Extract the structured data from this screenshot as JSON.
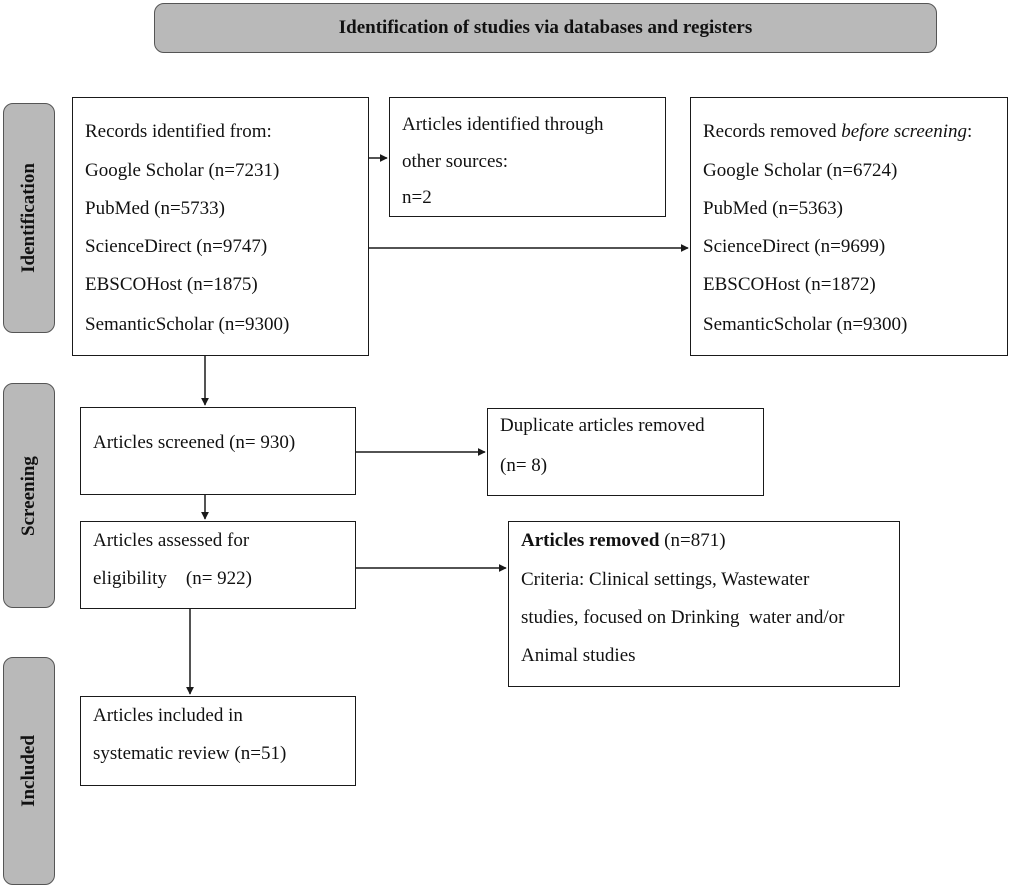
{
  "header": {
    "title": "Identification of studies via databases and registers"
  },
  "phases": {
    "identification": "Identification",
    "screening": "Screening",
    "included": "Included"
  },
  "records_identified": {
    "heading": "Records identified from:",
    "sources": [
      "Google Scholar (n=7231)",
      "PubMed (n=5733)",
      "ScienceDirect (n=9747)",
      "EBSCOHost (n=1875)",
      "SemanticScholar (n=9300)"
    ]
  },
  "other_sources": {
    "line1": "Articles identified through",
    "line2": "other sources:",
    "line3": "n=2"
  },
  "records_removed": {
    "heading_prefix": "Records removed ",
    "heading_italic": "before screening",
    "heading_suffix": ":",
    "sources": [
      "Google Scholar (n=6724)",
      "PubMed (n=5363)",
      "ScienceDirect (n=9699)",
      "EBSCOHost (n=1872)",
      "SemanticScholar (n=9300)"
    ]
  },
  "screened": {
    "text": "Articles screened (n= 930)"
  },
  "duplicates": {
    "line1": "Duplicate articles removed",
    "line2": "(n= 8)"
  },
  "eligibility": {
    "line1": "Articles assessed for",
    "line2": "eligibility    (n= 922)"
  },
  "articles_removed": {
    "title": "Articles removed",
    "count": " (n=871)",
    "lines": [
      "Criteria: Clinical settings, Wastewater",
      "studies, focused on Drinking  water and/or",
      "Animal studies"
    ]
  },
  "included": {
    "line1": "Articles included in",
    "line2": "systematic review (n=51)"
  }
}
